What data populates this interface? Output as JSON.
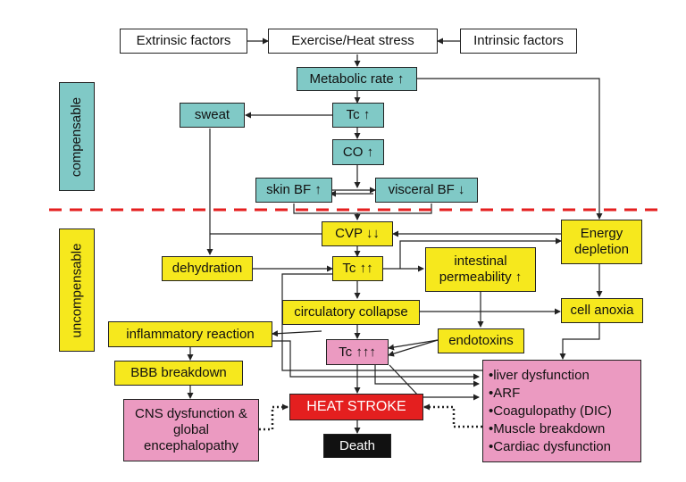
{
  "zones": {
    "top": "compensable",
    "bottom": "uncompensable"
  },
  "nodes": {
    "extrinsic": "Extrinsic factors",
    "exercise": "Exercise/Heat stress",
    "intrinsic": "Intrinsic factors",
    "metabolic": "Metabolic rate ↑",
    "sweat": "sweat",
    "tc1": "Tc ↑",
    "co": "CO ↑",
    "skin_bf": "skin BF ↑",
    "visceral_bf": "visceral BF ↓",
    "cvp": "CVP ↓↓",
    "energy": "Energy depletion",
    "dehydration": "dehydration",
    "tc2": "Tc ↑↑",
    "intestinal": "intestinal permeability ↑",
    "circulatory": "circulatory collapse",
    "cell_anoxia": "cell anoxia",
    "inflammatory": "inflammatory reaction",
    "endotoxins": "endotoxins",
    "tc3": "Tc ↑↑↑",
    "bbb": "BBB breakdown",
    "cns": "CNS dysfunction & global encephalopathy",
    "heat_stroke": "HEAT STROKE",
    "death": "Death"
  },
  "organ_list": [
    "•liver dysfunction",
    "•ARF",
    "•Coagulopathy (DIC)",
    "•Muscle breakdown",
    "•Cardiac dysfunction"
  ],
  "colors": {
    "teal": "#80c9c6",
    "yellow": "#f6e81d",
    "pink": "#eb9ac1",
    "red": "#e41f1f",
    "divider": "#e41f1f"
  }
}
